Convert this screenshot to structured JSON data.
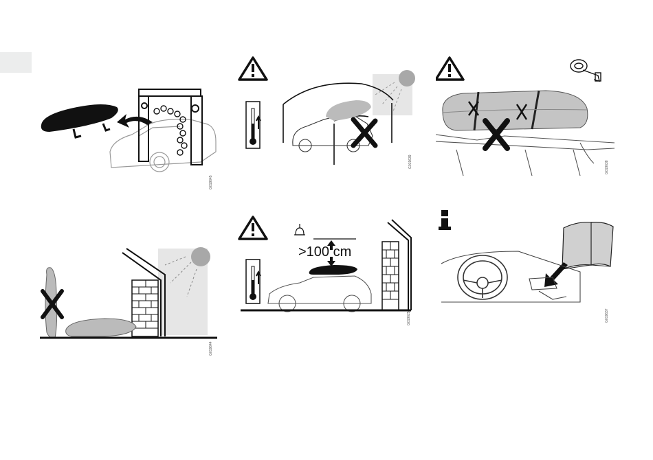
{
  "page": {
    "background": "#ffffff",
    "tab_color": "#eceded"
  },
  "panels": [
    {
      "id": "car-wash",
      "figure_code": "G019645",
      "icons": [
        "car-wash-icon",
        "roof-box-icon",
        "arrow-icon"
      ]
    },
    {
      "id": "heat-carport",
      "figure_code": "G019639",
      "icons": [
        "warning-icon",
        "thermometer-icon",
        "sun-icon",
        "carport-icon",
        "cross-icon"
      ]
    },
    {
      "id": "straps",
      "figure_code": "G019638",
      "icons": [
        "warning-icon",
        "strap-roll-icon",
        "roof-box-icon",
        "cross-icon"
      ]
    },
    {
      "id": "storage-wall",
      "figure_code": "G019644",
      "icons": [
        "sun-icon",
        "brick-wall-icon",
        "cross-icon"
      ]
    },
    {
      "id": "clearance",
      "figure_code": "G019625",
      "height_label": ">100 cm",
      "icons": [
        "warning-icon",
        "thermometer-icon",
        "lamp-icon",
        "brick-wall-icon"
      ]
    },
    {
      "id": "manual",
      "figure_code": "G019637",
      "icons": [
        "info-icon",
        "manual-icon",
        "steering-wheel-icon"
      ]
    }
  ]
}
